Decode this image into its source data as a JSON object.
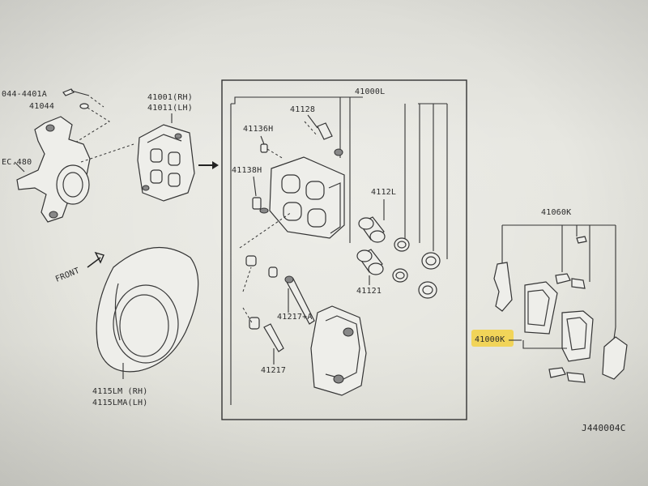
{
  "labels": {
    "bolt_top_left": "044-4401A",
    "washer_top_left": "41044",
    "sec_ref": "EC.480",
    "caliper_assy": "41001(RH)",
    "caliper_assy_lh": "41011(LH)",
    "caliper_set": "41000L",
    "bleeder": "41128",
    "pin_boot_top": "41136H",
    "pin_boot_mid": "41138H",
    "piston_seal": "4112L",
    "piston": "41121",
    "slide_pin_a": "41217+A",
    "slide_pin": "41217",
    "dust_shield_rh": "4115LM (RH)",
    "dust_shield_lh": "4115LMA(LH)",
    "pad_kit": "41060K",
    "pad_set": "41000K",
    "front": "FRONT",
    "drawing_code": "J440004C"
  },
  "colors": {
    "highlight": "#f2d24a",
    "line": "#333333",
    "paper": "#e5e5de"
  }
}
